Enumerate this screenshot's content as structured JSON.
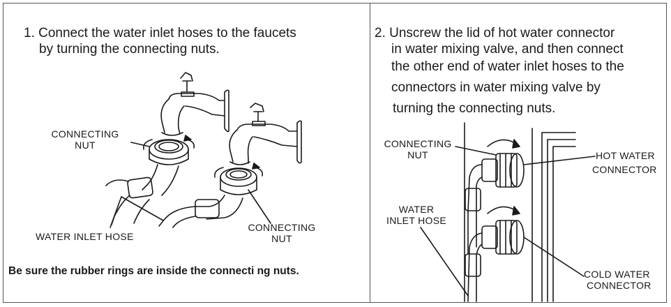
{
  "left_panel": {
    "step_line1": "1. Connect the water inlet hoses to the faucets",
    "step_line2": "by turning the connecting nuts.",
    "label_connecting_nut_1a": "CONNECTING",
    "label_connecting_nut_1b": "NUT",
    "label_water_inlet_hose": "WATER INLET HOSE",
    "label_connecting_nut_2a": "CONNECTING",
    "label_connecting_nut_2b": "NUT",
    "note": "Be sure the  rubber rings are inside the connecti ng nuts."
  },
  "right_panel": {
    "step_line1": "2. Unscrew  the lid of hot water connector",
    "step_line2": "in water mixing valve, and then connect",
    "step_line3": "the other end of water inlet hoses to the",
    "step_line4": "connectors in water mixing valve  by",
    "step_line5": "turning the connecting nuts.",
    "label_connecting_nut_a": "CONNECTING",
    "label_connecting_nut_b": "NUT",
    "label_water_inlet_hose_a": "WATER",
    "label_water_inlet_hose_b": "INLET HOSE",
    "label_hot_a": "HOT  WATER",
    "label_hot_b": "CONNECTOR",
    "label_cold_a": "COLD  WATER",
    "label_cold_b": "CONNECTOR"
  }
}
